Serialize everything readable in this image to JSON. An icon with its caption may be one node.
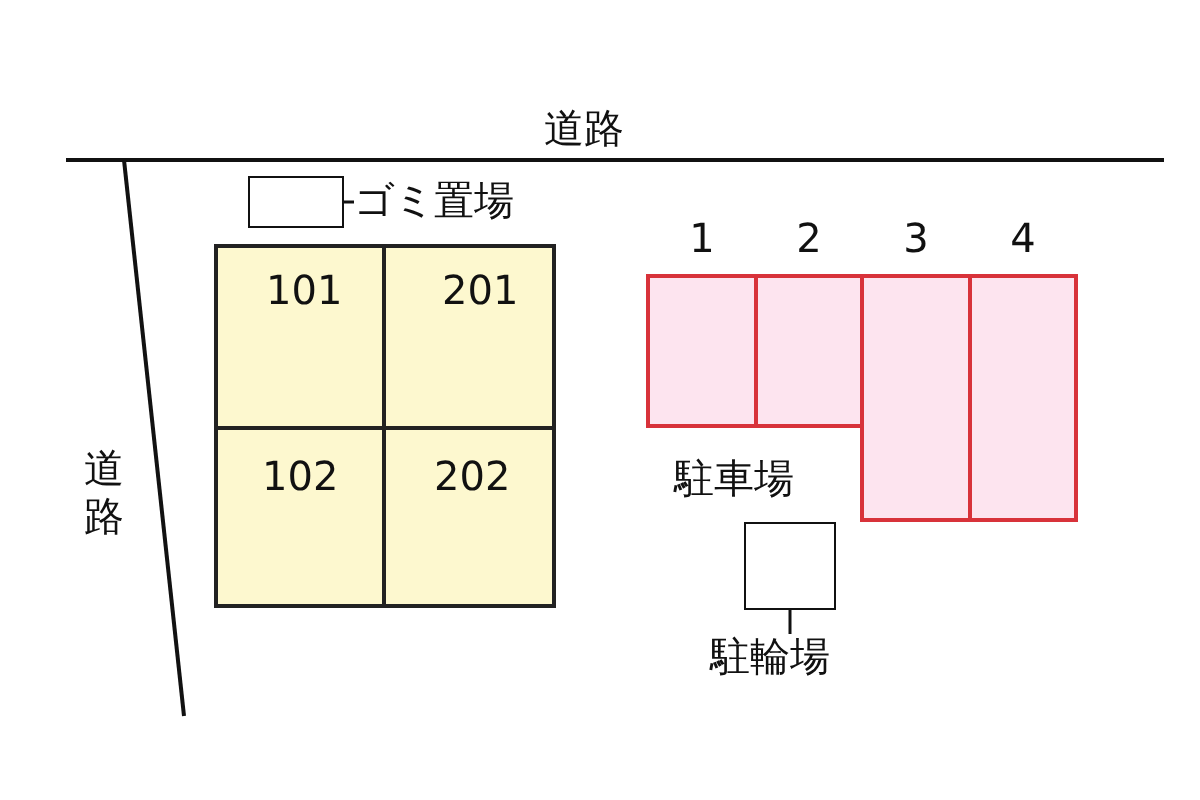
{
  "diagram": {
    "nodes": [
      {
        "text": [],
        "shape": "box"
      },
      {
        "text": [
          "ゴミ置場"
        ]
      },
      {
        "text": [
          "101"
        ]
      },
      {
        "text": [
          "201"
        ]
      },
      {
        "text": [
          "102"
        ]
      },
      {
        "text": [
          "202"
        ]
      },
      {
        "text": [
          "1"
        ]
      },
      {
        "text": [
          "2"
        ]
      },
      {
        "text": [
          "3"
        ]
      },
      {
        "text": [
          "4"
        ]
      },
      {
        "text": [],
        "shape": "box"
      },
      {
        "text": [
          "駐輪場"
        ]
      }
    ],
    "edges": [
      {
        "from": 1,
        "to": 0,
        "arrow": "none"
      },
      {
        "from": 11,
        "to": 10,
        "arrow": "none"
      }
    ],
    "labels": [
      "道路",
      "道路",
      "駐車場"
    ]
  }
}
